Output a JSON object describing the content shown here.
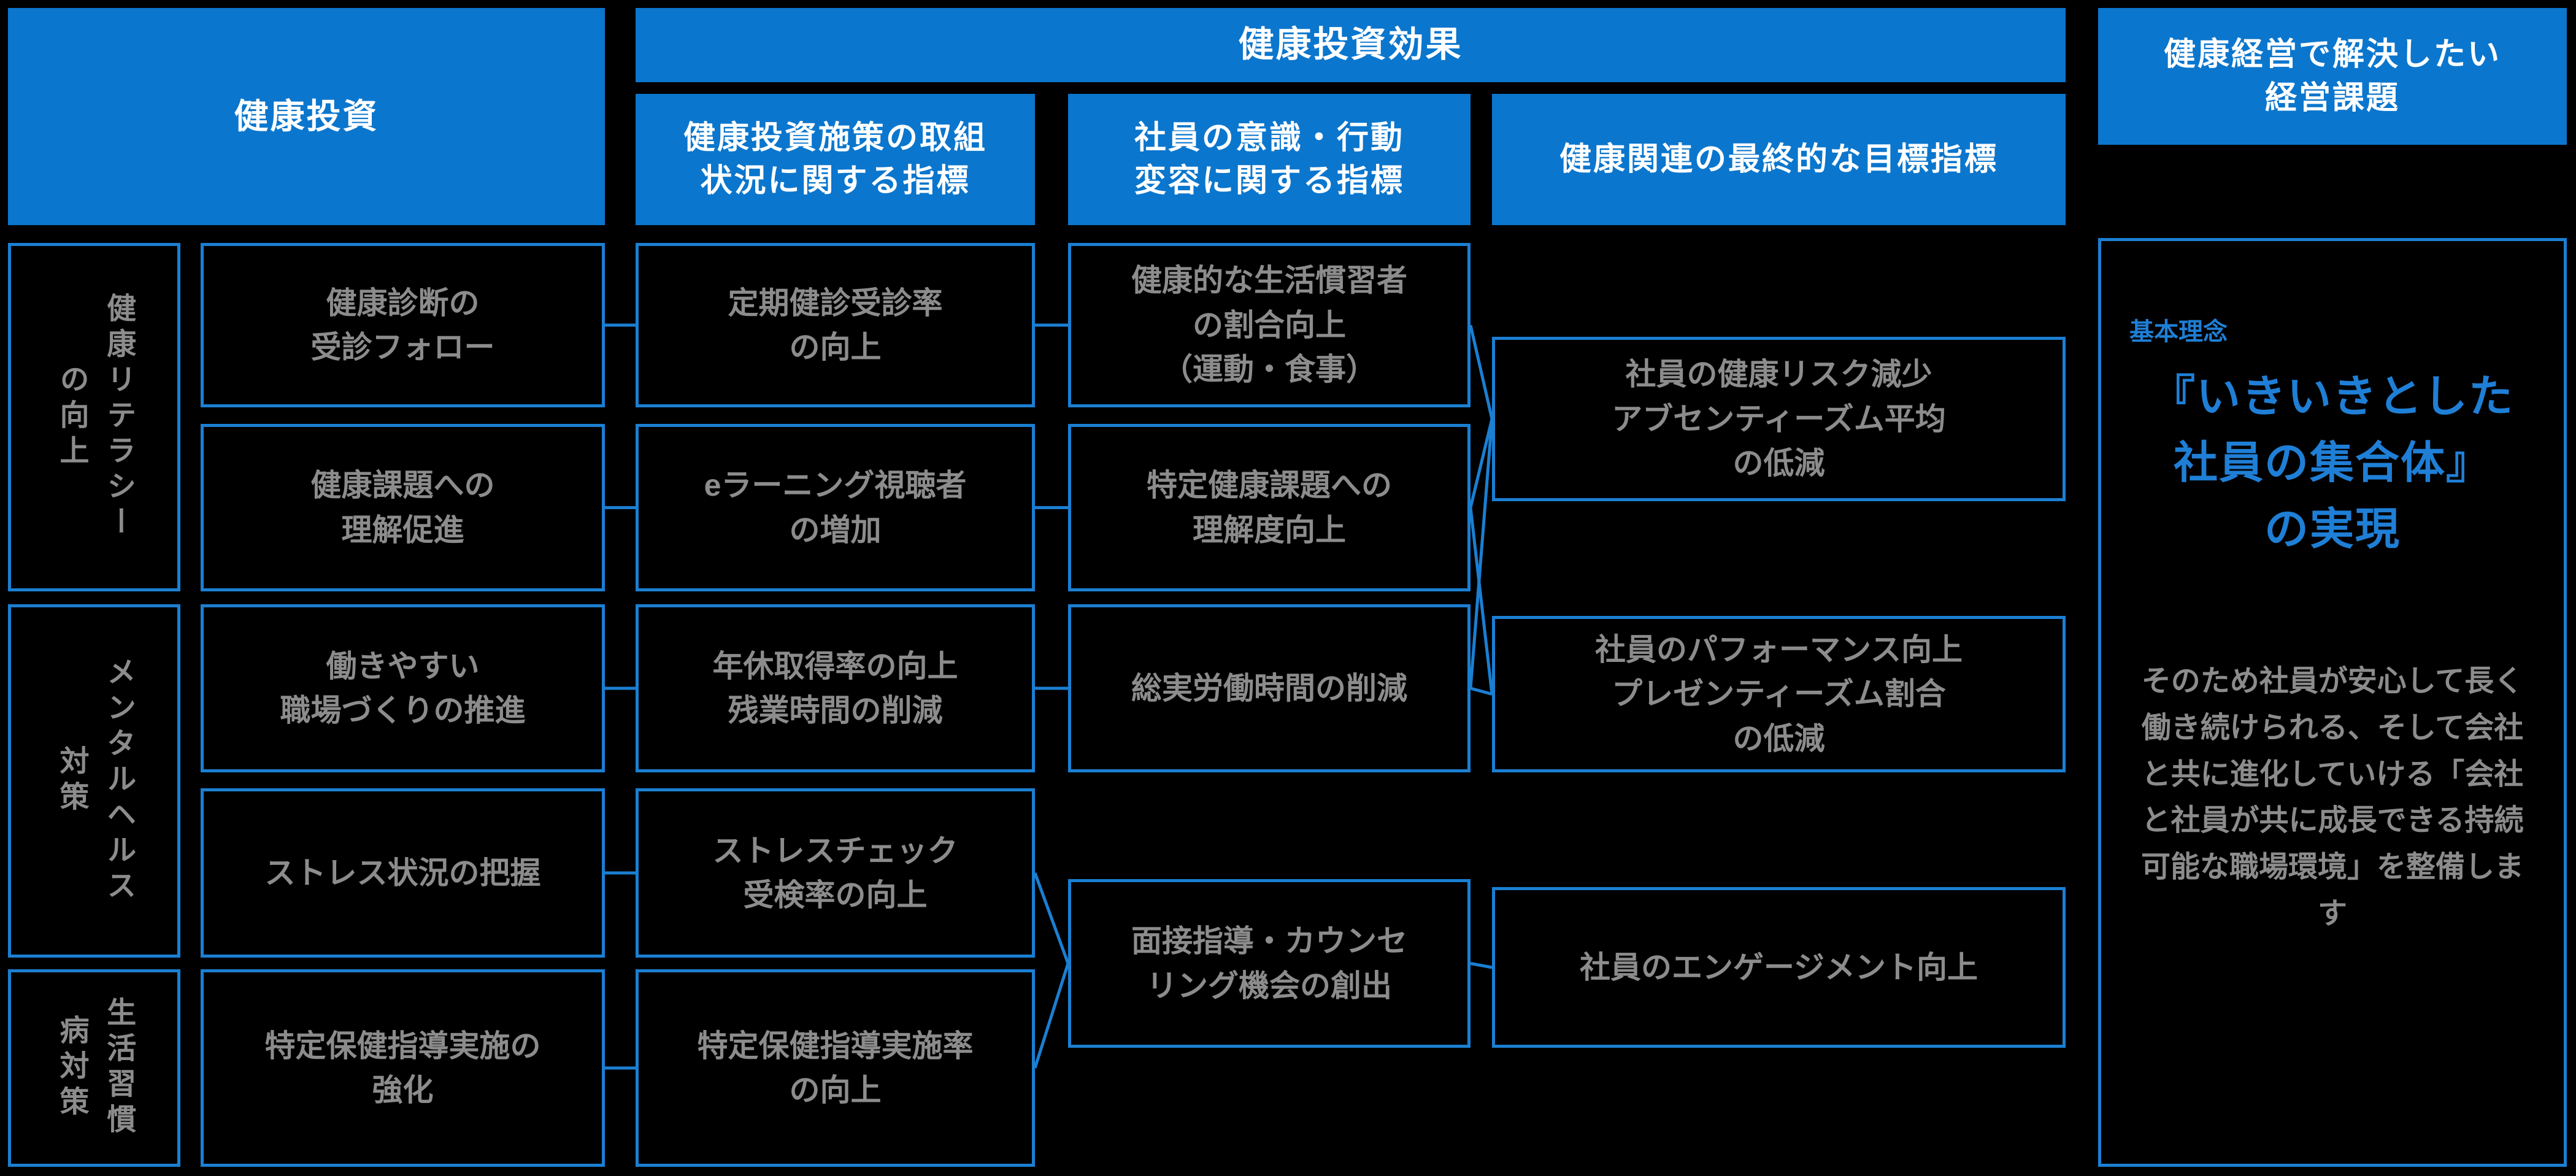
{
  "colors": {
    "background": "#000000",
    "header_fill": "#0b76cd",
    "header_text": "#ffffff",
    "box_border": "#1b7fd2",
    "box_text": "#8c8c8c",
    "accent_text": "#1f7fd6",
    "connector_line": "#1b7fd2"
  },
  "headers": {
    "investment": "健康投資",
    "effect": "健康投資効果",
    "effect_sub1": "健康投資施策の取組\n状況に関する指標",
    "effect_sub2": "社員の意識・行動\n変容に関する指標",
    "effect_sub3": "健康関連の最終的な目標指標",
    "issues": "健康経営で解決したい\n経営課題"
  },
  "categories": [
    "健康リテラシー\nの向上",
    "メンタルヘルス\n対策",
    "生活習慣\n病対策"
  ],
  "investments": [
    "健康診断の\n受診フォロー",
    "健康課題への\n理解促進",
    "働きやすい\n職場づくりの推進",
    "ストレス状況の把握",
    "特定保健指導実施の\n強化"
  ],
  "process_indicators": [
    "定期健診受診率\nの向上",
    "eラーニング視聴者\nの増加",
    "年休取得率の向上\n残業時間の削減",
    "ストレスチェック\n受検率の向上",
    "特定保健指導実施率\nの向上"
  ],
  "behavior_indicators": [
    "健康的な生活慣習者\nの割合向上\n（運動・食事）",
    "特定健康課題への\n理解度向上",
    "総実労働時間の削減",
    "面接指導・カウンセ\nリング機会の創出"
  ],
  "target_indicators": [
    "社員の健康リスク減少\nアブセンティーズム平均\nの低減",
    "社員のパフォーマンス向上\nプレゼンティーズム割合\nの低減",
    "社員のエンゲージメント向上"
  ],
  "management_panel": {
    "label": "基本理念",
    "title": "『いきいきとした\n社員の集合体』\nの実現",
    "body": "そのため社員が安心して長く働き続けられる、そして会社と共に進化していける「会社と社員が共に成長できる持続可能な職場環境」を整備します"
  },
  "edges": [
    {
      "from": "inv-1",
      "to": "proc-1"
    },
    {
      "from": "inv-2",
      "to": "proc-2"
    },
    {
      "from": "inv-3",
      "to": "proc-3"
    },
    {
      "from": "inv-4",
      "to": "proc-4"
    },
    {
      "from": "inv-5",
      "to": "proc-5"
    },
    {
      "from": "proc-1",
      "to": "beh-1"
    },
    {
      "from": "proc-2",
      "to": "beh-2"
    },
    {
      "from": "proc-3",
      "to": "beh-3"
    },
    {
      "from": "proc-4",
      "to": "beh-4"
    },
    {
      "from": "proc-5",
      "to": "beh-4"
    },
    {
      "from": "beh-1",
      "to": "tgt-1"
    },
    {
      "from": "beh-2",
      "to": "tgt-1"
    },
    {
      "from": "beh-2",
      "to": "tgt-2"
    },
    {
      "from": "beh-3",
      "to": "tgt-1"
    },
    {
      "from": "beh-3",
      "to": "tgt-2"
    },
    {
      "from": "beh-4",
      "to": "tgt-3"
    }
  ]
}
